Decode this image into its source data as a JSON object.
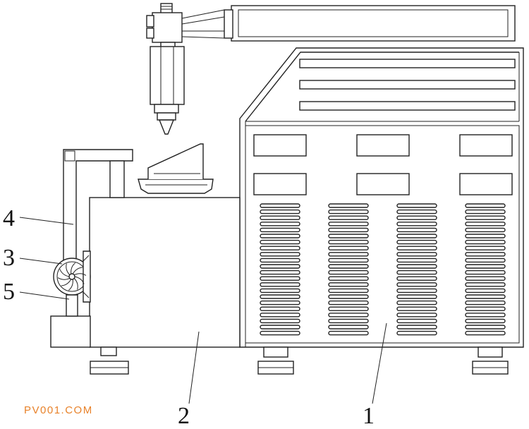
{
  "labels": {
    "l1": "1",
    "l2": "2",
    "l3": "3",
    "l4": "4",
    "l5": "5"
  },
  "watermark": {
    "text": "PV001.COM",
    "color": "#e8822a"
  },
  "colors": {
    "line": "#222222",
    "background": "#ffffff"
  }
}
